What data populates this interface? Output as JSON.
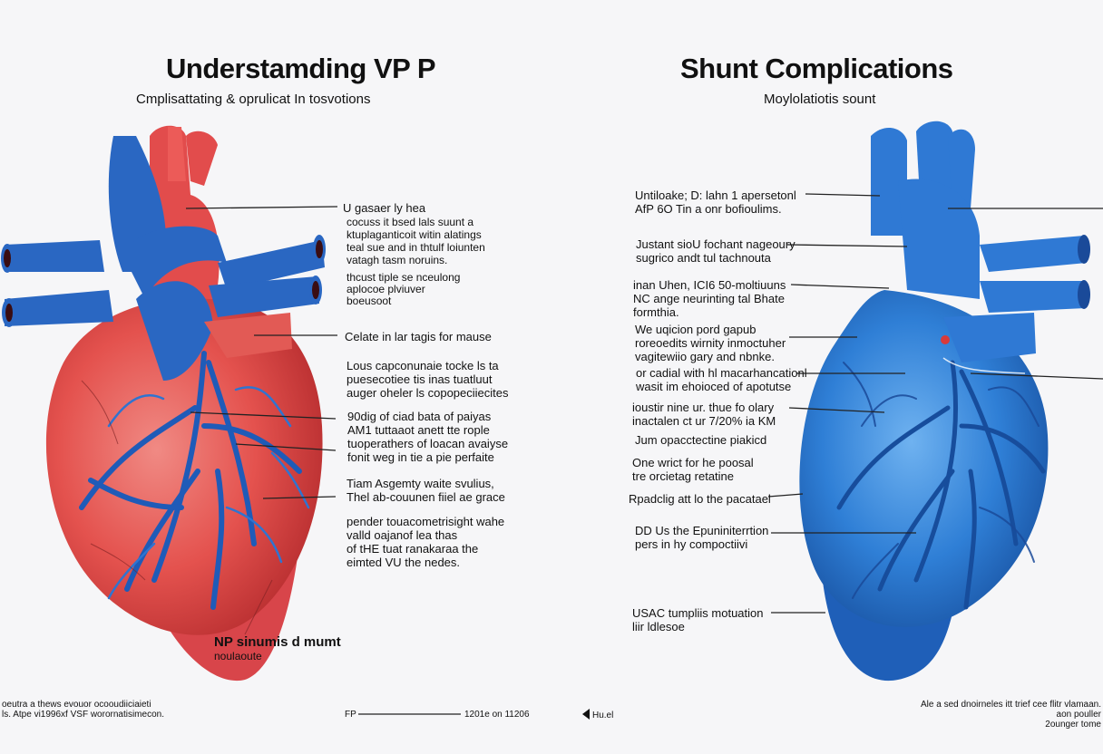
{
  "left": {
    "title": "Understamding VP P",
    "subtitle": "Cmplisattating & oprulicat In tosvotions",
    "callouts": [
      [
        "U gasaer ly hea"
      ],
      [
        "cocuss it bsed lals suunt a",
        "ktuplaganticoit witin alatings",
        "teal sue and in thtulf loiunten",
        "vatagh tasm noruins."
      ],
      [
        "thcust tiple se nceulong",
        "aplocoe plviuver",
        "boeusoot"
      ],
      [
        "Celate in lar tagis for mause"
      ],
      [
        "Lous capconunaie tocke ls ta",
        "puesecotiee tis inas tuatluut",
        "auger oheler ls copopeciiecites"
      ],
      [
        "90dig of ciad bata of paiyas",
        "AM1 tuttaaot anett tte rople",
        "tuoperathers of loacan avaiyse",
        "fonit weg in tie a pie perfaite"
      ],
      [
        "Tiam Asgemty waite svulius,",
        "Thel ab-couunen fiiel ae grace"
      ],
      [
        "pender touacometrisight wahe",
        "valld oajanof lea thas",
        "of tHE tuat ranakaraa the",
        "eimted VU the nedes."
      ]
    ],
    "bottom_label": [
      "NP sinumis d mumt",
      "noulaoute"
    ],
    "footer": [
      "oeutra a thews evouor ocooudiiciaieti",
      "ls. Atpe vi1996xf VSF worornatisimecon."
    ]
  },
  "right": {
    "title": "Shunt Complications",
    "subtitle": "Moylolatiotis sount",
    "callouts": [
      [
        "Untiloake; D: lahn 1 apersetonl",
        "AfP 6O Tin a onr bofioulims."
      ],
      [
        "Justant sioU fochant nageoury",
        "sugrico andt tul tachnouta"
      ],
      [
        "inan Uhen, ICI6 50-moltiuuns",
        "NC ange neurinting tal Bhate",
        "formthia."
      ],
      [
        "We uqicion pord gapub",
        "roreoedits wirnity inmoctuher",
        "vagitewiio gary and nbnke."
      ],
      [
        "or cadial with hl macarhancationl",
        "wasit im ehoioced of apotutse"
      ],
      [
        "ioustir nine ur. thue fo olary",
        "inactalen ct ur 7/20% ia KM"
      ],
      [
        "Jum opacctectine piakicd"
      ],
      [
        "One wrict for he poosal",
        "tre orcietag retatine"
      ],
      [
        "Rpadclig att lo the pacatael"
      ],
      [
        "DD Us the Epuniniterrtion",
        "pers in hy compoctiivi"
      ],
      [
        "USAC tumpliis motuation",
        "liir ldlesoe"
      ]
    ],
    "footer": [
      "Ale a sed dnoirneles itt trief cee flitr vlamaan. aon pouller",
      "2ounger tome"
    ]
  },
  "center_footer": {
    "left": "FP",
    "right": "1201e on 11206",
    "arrow_label": "Hu.el"
  },
  "colors": {
    "red": "#e04a4a",
    "blue": "#2d6fc6",
    "light_blue": "#3f8fe0",
    "dark_blue": "#1a4a99"
  }
}
